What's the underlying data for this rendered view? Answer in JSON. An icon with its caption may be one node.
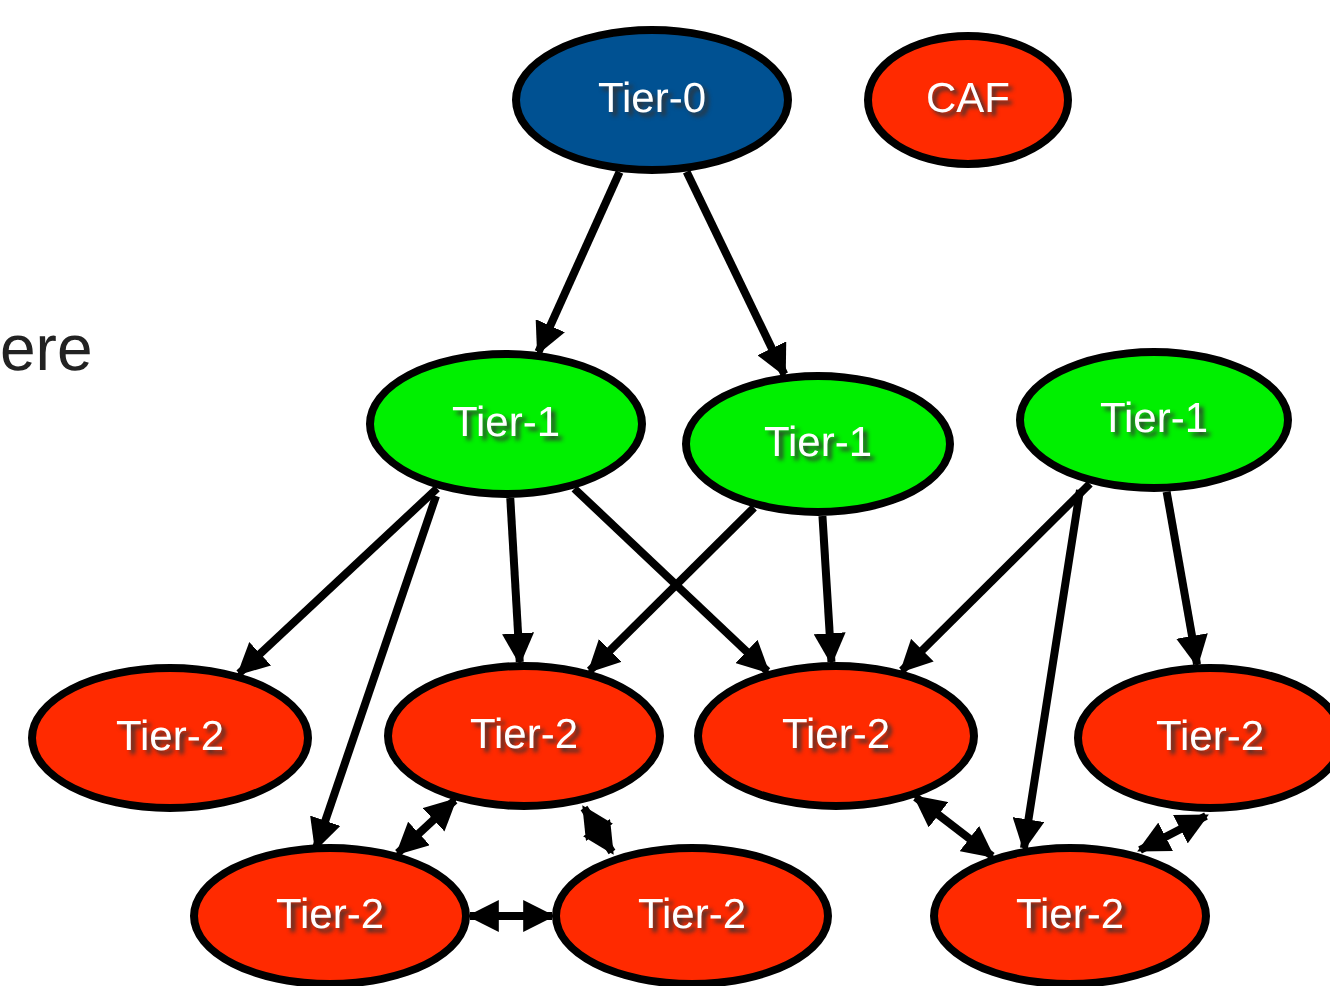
{
  "diagram": {
    "nodes": [
      {
        "text": [
          "Tier-0"
        ]
      },
      {
        "text": [
          "CAF"
        ]
      },
      {
        "text": [
          "Tier-1"
        ]
      },
      {
        "text": [
          "Tier-1"
        ]
      },
      {
        "text": [
          "Tier-1"
        ]
      },
      {
        "text": [
          "Tier-2"
        ]
      },
      {
        "text": [
          "Tier-2"
        ]
      },
      {
        "text": [
          "Tier-2"
        ]
      },
      {
        "text": [
          "Tier-2"
        ]
      },
      {
        "text": [
          "Tier-2"
        ]
      },
      {
        "text": [
          "Tier-2"
        ]
      },
      {
        "text": [
          "Tier-2"
        ]
      }
    ],
    "edges": [
      {
        "from": 0,
        "to": 2,
        "arrow": "to"
      },
      {
        "from": 0,
        "to": 3,
        "arrow": "to"
      },
      {
        "from": 2,
        "to": 5,
        "arrow": "to"
      },
      {
        "from": 2,
        "to": 9,
        "arrow": "to"
      },
      {
        "from": 2,
        "to": 6,
        "arrow": "to"
      },
      {
        "from": 2,
        "to": 7,
        "arrow": "to"
      },
      {
        "from": 3,
        "to": 6,
        "arrow": "to"
      },
      {
        "from": 3,
        "to": 7,
        "arrow": "to"
      },
      {
        "from": 4,
        "to": 7,
        "arrow": "to"
      },
      {
        "from": 4,
        "to": 11,
        "arrow": "to"
      },
      {
        "from": 4,
        "to": 8,
        "arrow": "to"
      },
      {
        "from": 6,
        "to": 9,
        "arrow": "both"
      },
      {
        "from": 6,
        "to": 10,
        "arrow": "both"
      },
      {
        "from": 9,
        "to": 10,
        "arrow": "both"
      },
      {
        "from": 7,
        "to": 11,
        "arrow": "both"
      },
      {
        "from": 11,
        "to": 8,
        "arrow": "both"
      }
    ],
    "labels": [
      "ere"
    ]
  }
}
